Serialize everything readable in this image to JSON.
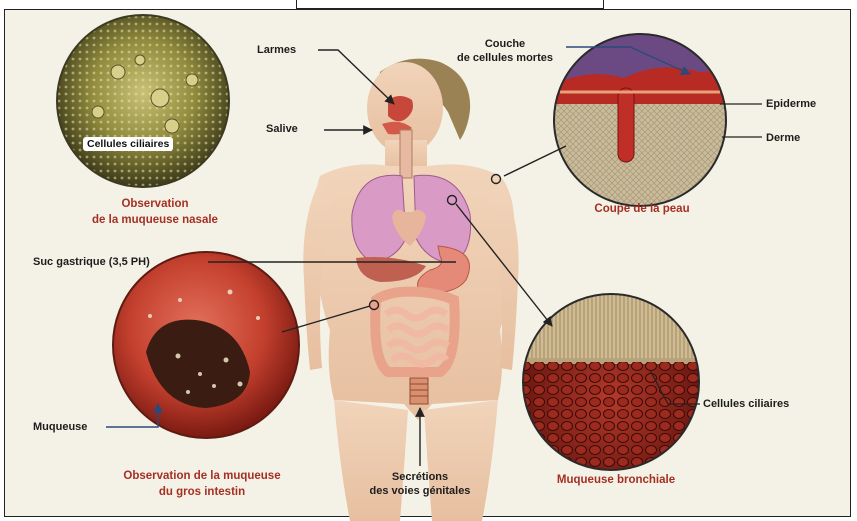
{
  "labels": {
    "larmes": "Larmes",
    "salive": "Salive",
    "couche_line1": "Couche",
    "couche_line2": "de cellules mortes",
    "epiderme": "Epiderme",
    "derme": "Derme",
    "suc_gastrique": "Suc gastrique (3,5 PH)",
    "muqueuse": "Muqueuse",
    "cellules_ciliaires_bronchiale": "Cellules ciliaires",
    "secretions_line1": "Secrétions",
    "secretions_line2": "des voies génitales",
    "cellules_ciliaires_nasal_tag": "Cellules ciliaires"
  },
  "captions": {
    "nasal_line1": "Observation",
    "nasal_line2": "de la muqueuse nasale",
    "peau": "Coupe de la peau",
    "intestin_line1": "Observation de la muqueuse",
    "intestin_line2": "du gros intestin",
    "bronchiale": "Muqueuse bronchiale"
  },
  "colors": {
    "caption_red": "#a62f24",
    "arrow_dark": "#222222",
    "arrow_blue": "#2a4a7a"
  }
}
